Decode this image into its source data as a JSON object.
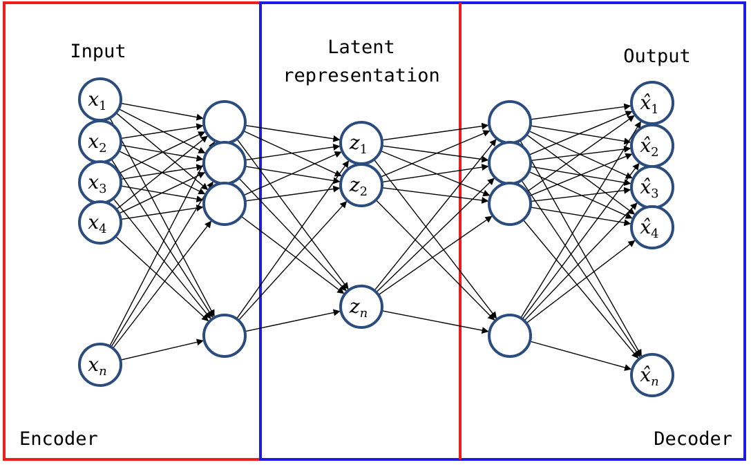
{
  "labels": {
    "input": "Input",
    "latent_line1": "Latent",
    "latent_line2": "representation",
    "output": "Output",
    "encoder": "Encoder",
    "decoder": "Decoder"
  },
  "colors": {
    "encoder_box": "#ee1c1c",
    "latent_box": "#1c1ce6",
    "decoder_box": "#1c1ce6",
    "node_stroke": "#2b4c7e",
    "edge": "#000000"
  },
  "layers": [
    {
      "id": "input",
      "nodes": [
        {
          "sym": "x",
          "sub": "1"
        },
        {
          "sym": "x",
          "sub": "2"
        },
        {
          "sym": "x",
          "sub": "3"
        },
        {
          "sym": "x",
          "sub": "4"
        },
        {
          "sym": "x",
          "sub": "n"
        }
      ]
    },
    {
      "id": "hidden-encoder",
      "nodes": [
        {},
        {},
        {},
        {}
      ]
    },
    {
      "id": "latent",
      "nodes": [
        {
          "sym": "z",
          "sub": "1"
        },
        {
          "sym": "z",
          "sub": "2"
        },
        {
          "sym": "z",
          "sub": "n"
        }
      ]
    },
    {
      "id": "hidden-decoder",
      "nodes": [
        {},
        {},
        {},
        {}
      ]
    },
    {
      "id": "output",
      "nodes": [
        {
          "sym": "x̂",
          "sub": "1"
        },
        {
          "sym": "x̂",
          "sub": "2"
        },
        {
          "sym": "x̂",
          "sub": "3"
        },
        {
          "sym": "x̂",
          "sub": "4"
        },
        {
          "sym": "x̂",
          "sub": "n"
        }
      ]
    }
  ]
}
